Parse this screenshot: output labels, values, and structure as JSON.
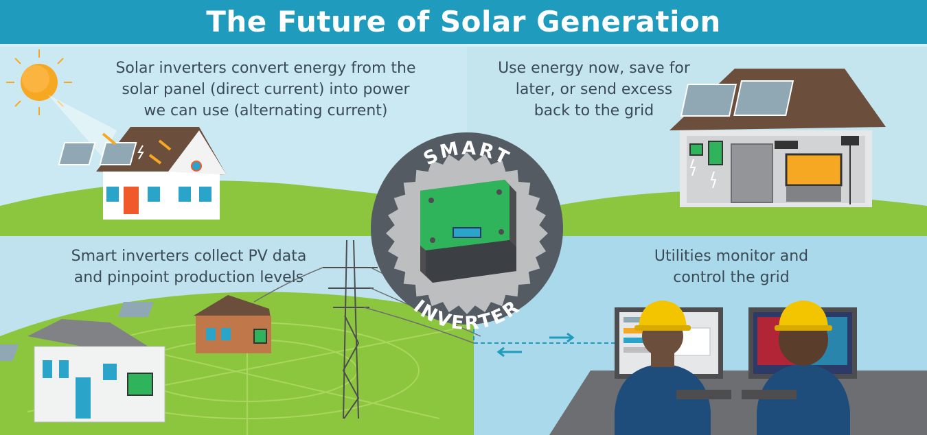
{
  "title": "The Future of Solar Generation",
  "badge": {
    "top_text": "SMART",
    "bottom_text": "INVERTER"
  },
  "captions": {
    "top_left": [
      "Solar inverters convert energy from the",
      "solar panel (direct current) into power",
      "we can use (alternating current)"
    ],
    "top_right": [
      "Use energy now, save for",
      "later, or send excess",
      "back to the grid"
    ],
    "bottom_left": [
      "Smart inverters collect PV data",
      "and pinpoint production levels"
    ],
    "bottom_right": [
      "Utilities monitor and",
      "control the grid"
    ]
  },
  "colors": {
    "banner": "#1e9bbd",
    "grass": "#8cc63f",
    "badge_ring": "#555b63",
    "inverter_green": "#2fb35b",
    "hard_hat": "#f2c500",
    "sun": "#f7a823"
  },
  "icons": [
    "sun-icon",
    "lightning-bolt-icon",
    "power-tower-icon",
    "arrow-right-icon",
    "arrow-left-icon"
  ]
}
